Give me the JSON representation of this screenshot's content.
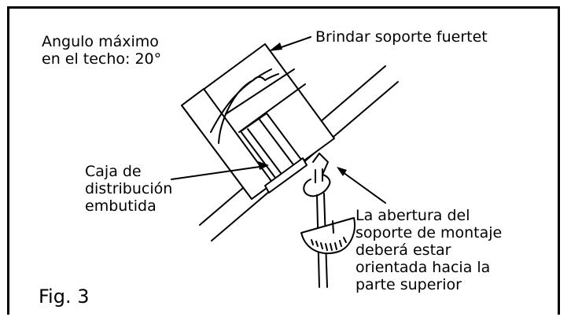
{
  "labels": {
    "angle_text": "Angulo máximo\nen el techo: 20°",
    "support_text": "Brindar soporte fuertet",
    "box_text": "Caja de\ndistribución\nembutida",
    "opening_text": "La abertura del\nsoporte de montaje\ndeberá estar\norientada hacia la\nparte superior",
    "figure_number": "Fig. 3"
  }
}
